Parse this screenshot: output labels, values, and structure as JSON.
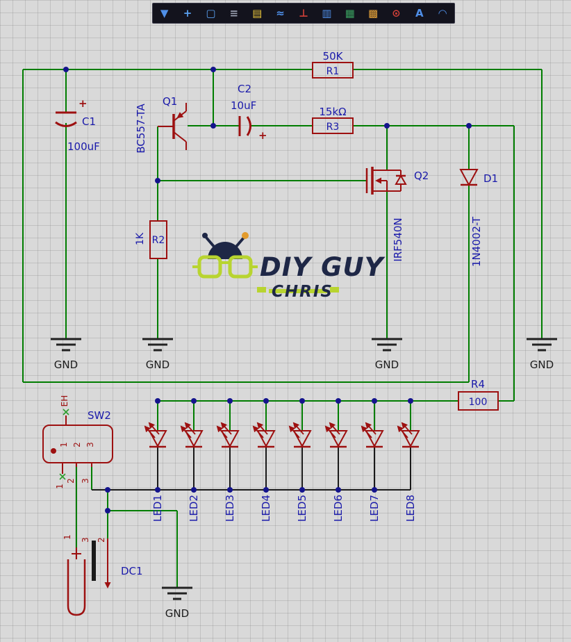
{
  "colors": {
    "background": "#d9d9d9",
    "wire_green": "#007d00",
    "wire_black": "#1a1a1a",
    "component_red": "#9d1010",
    "label_blue": "#1a1aaa",
    "junction_blue": "#14148c",
    "no_connect_green": "#2e9e2e",
    "toolbar_bg": "#13131d",
    "logo_navy": "#1e2746",
    "logo_lime": "#b8d430",
    "logo_orange": "#e39b2d"
  },
  "toolbar": {
    "icons": [
      {
        "name": "filter",
        "glyph": "▼",
        "color": "#4f8fe8"
      },
      {
        "name": "add",
        "glyph": "+",
        "color": "#5aa0f0"
      },
      {
        "name": "select-area",
        "glyph": "▢",
        "color": "#5aa0f0"
      },
      {
        "name": "align",
        "glyph": "≡",
        "color": "#9aa0b0"
      },
      {
        "name": "library",
        "glyph": "▤",
        "color": "#e8c43a"
      },
      {
        "name": "waveform",
        "glyph": "≈",
        "color": "#4f8fe8"
      },
      {
        "name": "probe",
        "glyph": "⊥",
        "color": "#d04038"
      },
      {
        "name": "ruler",
        "glyph": "▥",
        "color": "#4f8fe8"
      },
      {
        "name": "ic-green",
        "glyph": "▦",
        "color": "#3aa060"
      },
      {
        "name": "ic-yellow",
        "glyph": "▩",
        "color": "#e8a43a"
      },
      {
        "name": "meter",
        "glyph": "⊙",
        "color": "#d04038"
      },
      {
        "name": "text",
        "glyph": "A",
        "color": "#4f8fe8"
      },
      {
        "name": "arc",
        "glyph": "◠",
        "color": "#4f8fe8"
      }
    ]
  },
  "logo": {
    "title": "DIY GUY",
    "subtitle": "CHRIS"
  },
  "components": {
    "c1": {
      "ref": "C1",
      "value": "100uF",
      "polarity": "+"
    },
    "c2": {
      "ref": "C2",
      "value": "10uF",
      "polarity": "+"
    },
    "q1": {
      "ref": "Q1",
      "part": "BC557-TA"
    },
    "q2": {
      "ref": "Q2",
      "part": "IRF540N"
    },
    "d1": {
      "ref": "D1",
      "part": "1N4002-T"
    },
    "r1": {
      "ref": "R1",
      "value": "50K"
    },
    "r2": {
      "ref": "R2",
      "value": "1K"
    },
    "r3": {
      "ref": "R3",
      "value": "15kΩ"
    },
    "r4": {
      "ref": "R4",
      "value": "100"
    },
    "sw2": {
      "ref": "SW2",
      "top_pin": "EH",
      "inner_pins": [
        "1",
        "2",
        "3"
      ],
      "bottom_pins": [
        "1",
        "2",
        "3"
      ]
    },
    "dc1": {
      "ref": "DC1",
      "pins": [
        "1",
        "3",
        "2"
      ]
    }
  },
  "leds": [
    "LED1",
    "LED2",
    "LED3",
    "LED4",
    "LED5",
    "LED6",
    "LED7",
    "LED8"
  ],
  "ground": "GND"
}
